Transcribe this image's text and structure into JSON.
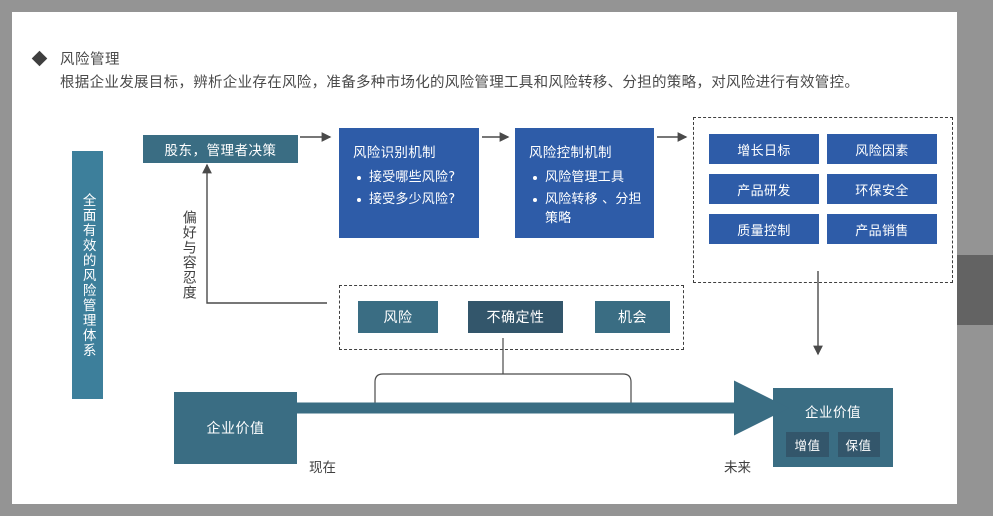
{
  "header": {
    "bullet_icon": "diamond-bullet-icon",
    "title": "风险管理",
    "subtitle": "根据企业发展目标，辨析企业存在风险，准备多种市场化的风险管理工具和风险转移、分担的策略，对风险进行有效管控。"
  },
  "side_bar": {
    "label": "全面有效的风险管理体系"
  },
  "stakeholders": {
    "label": "股东，管理者决策"
  },
  "process": [
    {
      "title": "风险识别机制",
      "items": [
        "接受哪些风险?",
        "接受多少风险?"
      ]
    },
    {
      "title": "风险控制机制",
      "items": [
        "风险管理工具",
        "风险转移 、分担策略"
      ]
    }
  ],
  "objectives_group": {
    "cells": [
      "增长日标",
      "风险因素",
      "产品研发",
      "环保安全",
      "质量控制",
      "产品销售"
    ]
  },
  "middle_group": {
    "cells": [
      {
        "label": "风险",
        "tone": "teal"
      },
      {
        "label": "不确定性",
        "tone": "slate"
      },
      {
        "label": "机会",
        "tone": "teal"
      }
    ]
  },
  "value_now": {
    "label": "企业价值"
  },
  "value_future": {
    "label": "企业价值",
    "chips": [
      "增值",
      "保值"
    ]
  },
  "timeline": {
    "start_label": "现在",
    "end_label": "未来"
  },
  "preference_label": "偏好与容忍度",
  "colors": {
    "teal": "#3a6d83",
    "side_teal": "#3d7f9b",
    "blue": "#2e5ca8",
    "slate": "#33566b",
    "line": "#4a4a4a",
    "text": "#4a4a4a",
    "page_bg": "#ffffff",
    "window_bg": "#949494",
    "scroll_thumb": "#636363"
  }
}
